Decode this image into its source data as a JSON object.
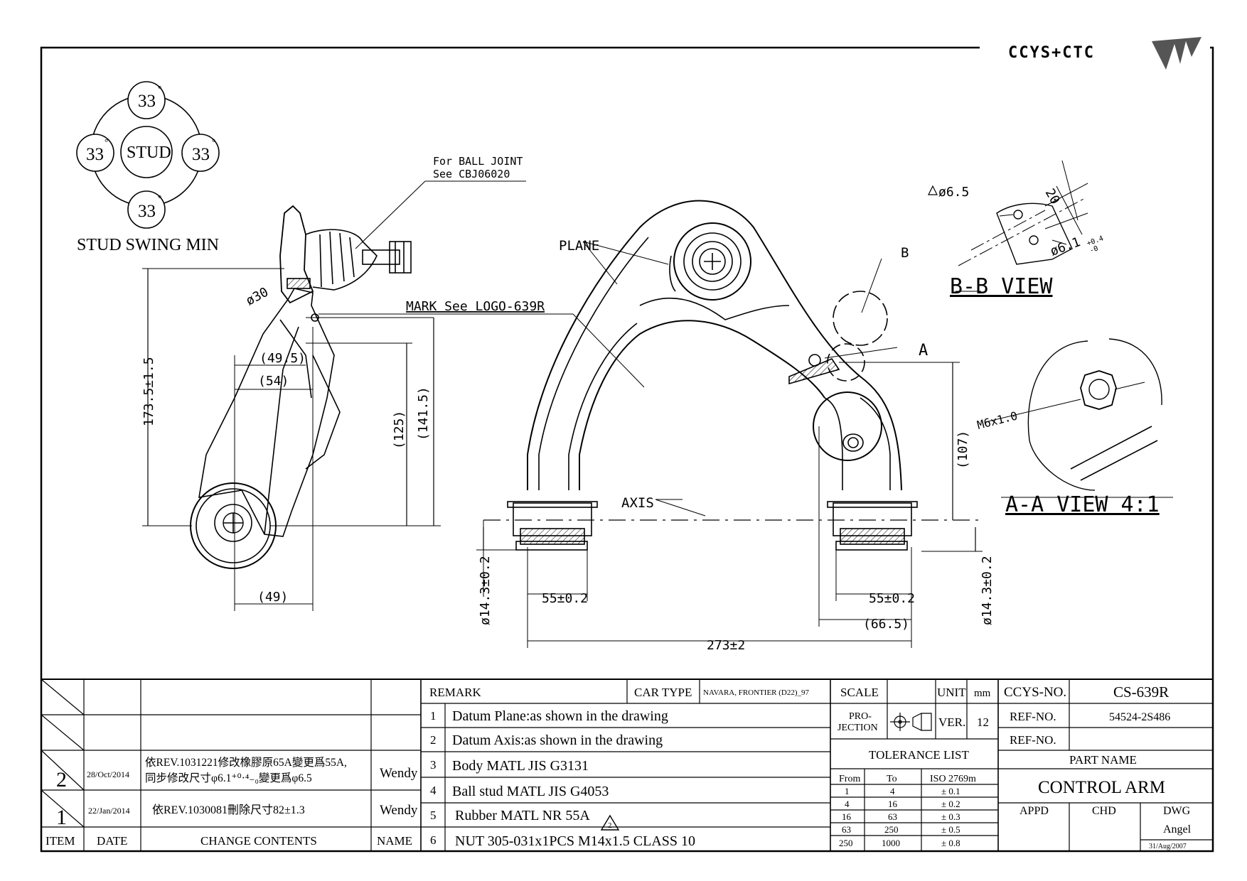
{
  "logo": {
    "text": "CCYS+CTC"
  },
  "stud_swing": {
    "values": [
      "33",
      "33",
      "33",
      "33"
    ],
    "center": "STUD",
    "degree_symbol": "°",
    "caption": "STUD SWING MIN"
  },
  "callouts": {
    "ball_joint_1": "For BALL JOINT",
    "ball_joint_2": "See CBJ06020",
    "plane": "PLANE",
    "mark": "MARK See LOGO-639R",
    "axis": "AXIS",
    "b": "B",
    "a": "A"
  },
  "dimensions": {
    "d30": "ø30",
    "h173": "173.5±1.5",
    "d49_5": "(49.5)",
    "d54": "(54)",
    "d125": "(125)",
    "d141_5": "(141.5)",
    "d49": "(49)",
    "d14_left": "ø14.3±0.2",
    "d55_left": "55±0.2",
    "d273": "273±2",
    "d55_right": "55±0.2",
    "d66_5": "(66.5)",
    "d14_right": "ø14.3±0.2",
    "d107": "(107)"
  },
  "bb_view": {
    "title": "B-B VIEW",
    "d6_5": "ø6.5",
    "d20": "20",
    "d6_1": "ø6.1",
    "tol_up": "+0.4",
    "tol_lo": "-0"
  },
  "aa_view": {
    "title": "A-A VIEW 4:1",
    "thread": "M6x1.0"
  },
  "revisions": {
    "rev2_no": "2",
    "rev2_date": "28/Oct/2014",
    "rev2_line1": "依REV.1031221修改橡膠原65A變更爲55A,",
    "rev2_line2": "同步修改尺寸φ6.1⁺⁰·⁴₋₀變更爲φ6.5",
    "rev2_name": "Wendy",
    "rev1_no": "1",
    "rev1_date": "22/Jan/2014",
    "rev1_text": "依REV.1030081刪除尺寸82±1.3",
    "rev1_name": "Wendy"
  },
  "rev_headers": {
    "item": "ITEM",
    "date": "DATE",
    "change": "CHANGE CONTENTS",
    "name": "NAME"
  },
  "remarks": {
    "label": "REMARK",
    "items": [
      {
        "no": "1",
        "text": "Datum Plane:as shown in the drawing"
      },
      {
        "no": "2",
        "text": "Datum Axis:as shown in the drawing"
      },
      {
        "no": "3",
        "text": "Body MATL JIS G3131"
      },
      {
        "no": "4",
        "text": "Ball stud MATL JIS G4053"
      },
      {
        "no": "5",
        "text": "Rubber MATL NR 55A"
      },
      {
        "no": "6",
        "text": "NUT 305-031x1PCS M14x1.5 CLASS 10"
      }
    ],
    "rev_mark": "2"
  },
  "car_type": {
    "label": "CAR TYPE",
    "value": "NAVARA, FRONTIER (D22)_97"
  },
  "title_block": {
    "scale_label": "SCALE",
    "scale_value": "",
    "unit_label": "UNIT",
    "unit_value": "mm",
    "projection_1": "PRO-",
    "projection_2": "JECTION",
    "ver_label": "VER.",
    "ver_value": "12",
    "ccys_label": "CCYS-NO.",
    "ccys_value": "CS-639R",
    "ref_label": "REF-NO.",
    "ref_value": "54524-2S486",
    "ref2_label": "REF-NO.",
    "ref2_value": "",
    "part_name_label": "PART NAME",
    "part_name": "CONTROL ARM",
    "appd": "APPD",
    "chd": "CHD",
    "dwg": "DWG",
    "drawer": "Angel",
    "drawn_date": "31/Aug/2007"
  },
  "tolerance": {
    "title": "TOLERANCE LIST",
    "headers": [
      "From",
      "To",
      "ISO 2769m"
    ],
    "rows": [
      [
        "1",
        "4",
        "± 0.1"
      ],
      [
        "4",
        "16",
        "± 0.2"
      ],
      [
        "16",
        "63",
        "± 0.3"
      ],
      [
        "63",
        "250",
        "± 0.5"
      ],
      [
        "250",
        "1000",
        "± 0.8"
      ]
    ]
  }
}
